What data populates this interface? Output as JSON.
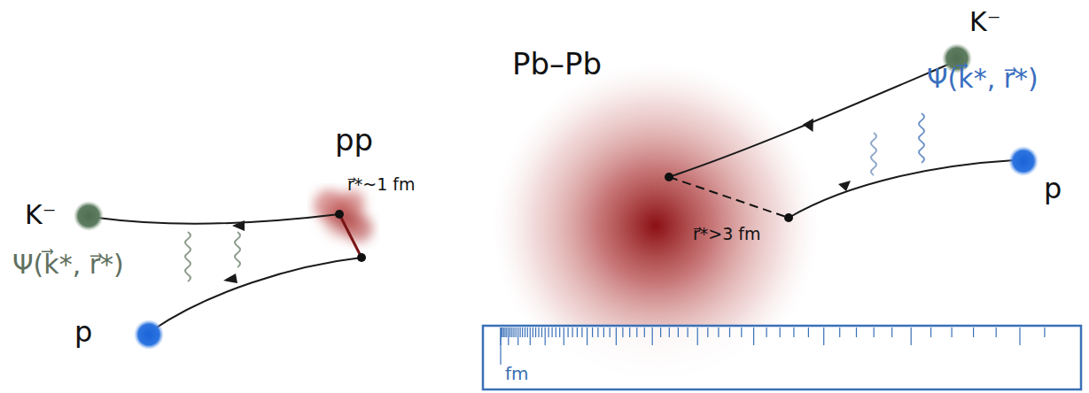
{
  "diagram": {
    "labels": [
      "K⁻",
      "Ψ(k⃗*, r⃗*)",
      "p",
      "pp",
      "r⃗*~1 fm",
      "Pb–Pb",
      "K⁻",
      "Ψ(k⃗*, r⃗*)",
      "p",
      "r⃗*>3 fm",
      "fm"
    ]
  }
}
